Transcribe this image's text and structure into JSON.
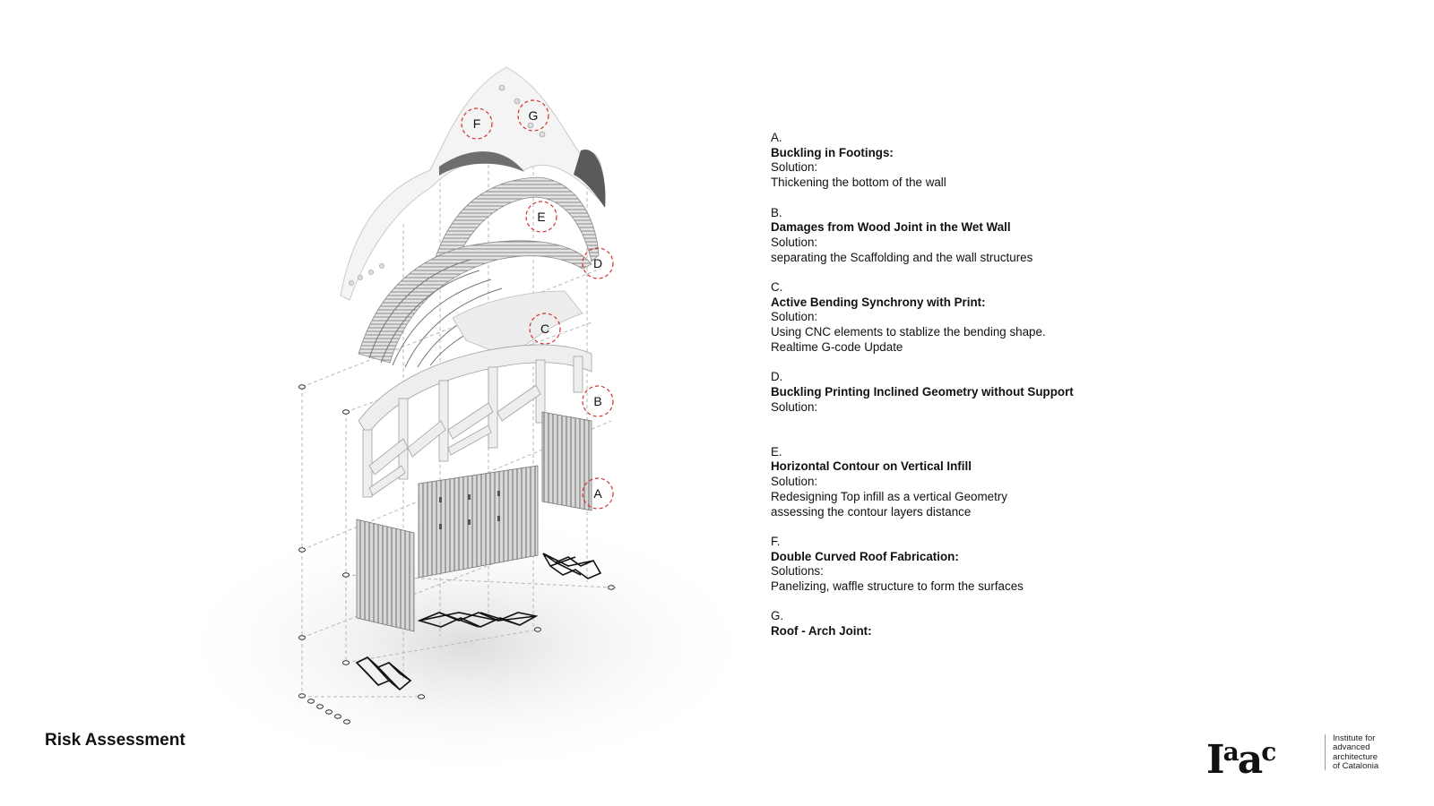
{
  "page_title": "Risk Assessment",
  "markers": [
    "A",
    "B",
    "C",
    "D",
    "E",
    "F",
    "G"
  ],
  "risks": [
    {
      "letter": "A.",
      "title": "Buckling in Footings:",
      "solution_label": "Solution:",
      "lines": [
        "Thickening the bottom of the wall"
      ]
    },
    {
      "letter": "B.",
      "title": "Damages from Wood Joint in the Wet Wall",
      "solution_label": "Solution:",
      "lines": [
        "separating the Scaffolding and the wall structures"
      ]
    },
    {
      "letter": "C.",
      "title": "Active Bending Synchrony with Print:",
      "solution_label": "Solution:",
      "lines": [
        "Using CNC elements to stablize the bending shape.",
        "Realtime G-code Update"
      ]
    },
    {
      "letter": "D.",
      "title": "Buckling Printing Inclined Geometry without Support",
      "solution_label": "Solution:",
      "lines": [
        ""
      ]
    },
    {
      "letter": "E.",
      "title": "Horizontal Contour on Vertical Infill",
      "solution_label": "Solution:",
      "lines": [
        "Redesigning Top infill as a vertical Geometry",
        "assessing the contour layers distance"
      ]
    },
    {
      "letter": "F.",
      "title": "Double Curved Roof Fabrication:",
      "solution_label": "Solutions:",
      "lines": [
        "Panelizing, waffle structure to form the surfaces"
      ]
    },
    {
      "letter": "G.",
      "title": "Roof - Arch Joint:",
      "solution_label": "",
      "lines": []
    }
  ],
  "logo": {
    "mark_a": "I",
    "mark_b": "a",
    "mark_c": "a",
    "mark_d": "c",
    "lines": [
      "Institute for",
      "advanced",
      "architecture",
      "of Catalonia"
    ]
  },
  "colors": {
    "marker": "#d0302a",
    "structure": "#9a9a9a",
    "ink": "#111111"
  }
}
